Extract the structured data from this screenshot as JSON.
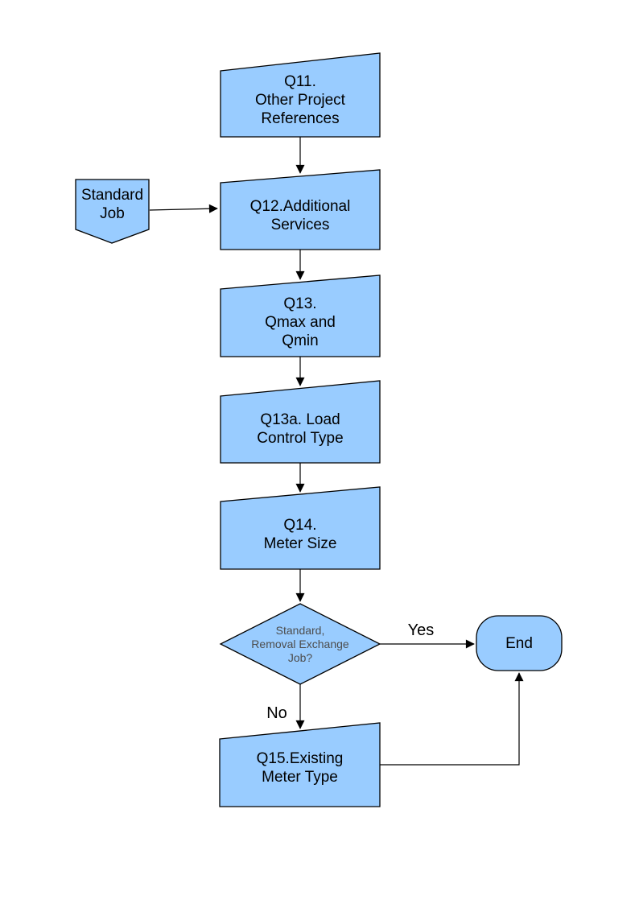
{
  "page": {
    "background": "#ffffff"
  },
  "colors": {
    "node_fill": "#99ccff",
    "node_border": "#000000",
    "connector": "#000000",
    "text": "#000000",
    "decision_text": "#4d4d4d"
  },
  "diagram": {
    "type": "flowchart",
    "nodes": {
      "q11": {
        "shape": "card",
        "label": "Q11.\nOther Project\nReferences"
      },
      "standard_job": {
        "shape": "pentagon-down",
        "label": "Standard\nJob"
      },
      "q12": {
        "shape": "card",
        "label": "Q12.Additional\nServices"
      },
      "q13": {
        "shape": "card",
        "label": "Q13.\nQmax and\nQmin"
      },
      "q13a": {
        "shape": "card",
        "label": "Q13a. Load\nControl Type"
      },
      "q14": {
        "shape": "card",
        "label": "Q14.\nMeter Size"
      },
      "decision": {
        "shape": "diamond",
        "label": "Standard,\nRemoval Exchange\nJob?"
      },
      "end": {
        "shape": "terminator",
        "label": "End"
      },
      "q15": {
        "shape": "card",
        "label": "Q15.Existing\nMeter Type"
      }
    },
    "edges": [
      {
        "from": "q11",
        "to": "q12",
        "label": ""
      },
      {
        "from": "standard_job",
        "to": "q12",
        "label": ""
      },
      {
        "from": "q12",
        "to": "q13",
        "label": ""
      },
      {
        "from": "q13",
        "to": "q13a",
        "label": ""
      },
      {
        "from": "q13a",
        "to": "q14",
        "label": ""
      },
      {
        "from": "q14",
        "to": "decision",
        "label": ""
      },
      {
        "from": "decision",
        "to": "end",
        "label": "Yes"
      },
      {
        "from": "decision",
        "to": "q15",
        "label": "No"
      },
      {
        "from": "q15",
        "to": "end",
        "label": ""
      }
    ],
    "edge_labels": {
      "yes": "Yes",
      "no": "No"
    }
  }
}
